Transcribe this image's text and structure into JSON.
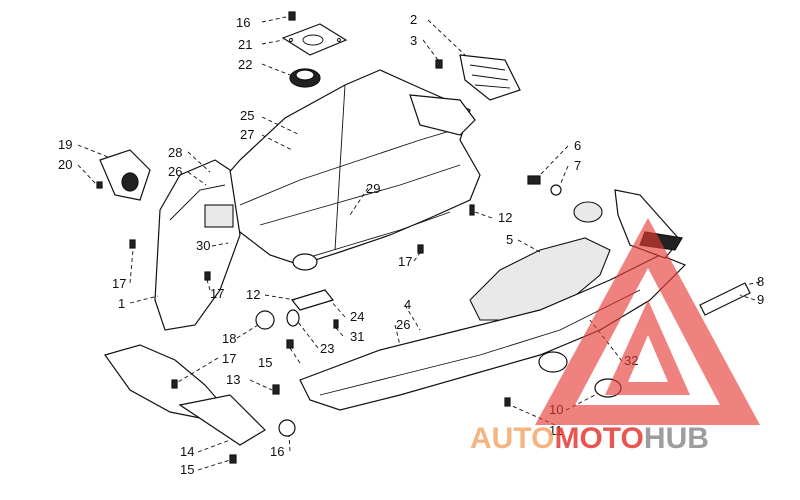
{
  "diagram": {
    "callouts": [
      {
        "id": "c1",
        "text": "16"
      },
      {
        "id": "c2",
        "text": "21"
      },
      {
        "id": "c3",
        "text": "22"
      },
      {
        "id": "c4",
        "text": "2"
      },
      {
        "id": "c5",
        "text": "3"
      },
      {
        "id": "c6",
        "text": "25"
      },
      {
        "id": "c7",
        "text": "27"
      },
      {
        "id": "c8",
        "text": "19"
      },
      {
        "id": "c9",
        "text": "20"
      },
      {
        "id": "c10",
        "text": "28"
      },
      {
        "id": "c11",
        "text": "26"
      },
      {
        "id": "c12",
        "text": "29"
      },
      {
        "id": "c13",
        "text": "6"
      },
      {
        "id": "c14",
        "text": "7"
      },
      {
        "id": "c15",
        "text": "12"
      },
      {
        "id": "c16",
        "text": "5"
      },
      {
        "id": "c17",
        "text": "30"
      },
      {
        "id": "c18",
        "text": "17"
      },
      {
        "id": "c19",
        "text": "17"
      },
      {
        "id": "c20",
        "text": "1"
      },
      {
        "id": "c21",
        "text": "17"
      },
      {
        "id": "c22",
        "text": "12"
      },
      {
        "id": "c23",
        "text": "24"
      },
      {
        "id": "c24",
        "text": "4"
      },
      {
        "id": "c25",
        "text": "8"
      },
      {
        "id": "c26",
        "text": "9"
      },
      {
        "id": "c27",
        "text": "18"
      },
      {
        "id": "c28",
        "text": "26"
      },
      {
        "id": "c29",
        "text": "31"
      },
      {
        "id": "c30",
        "text": "23"
      },
      {
        "id": "c31",
        "text": "17"
      },
      {
        "id": "c32",
        "text": "15"
      },
      {
        "id": "c33",
        "text": "32"
      },
      {
        "id": "c34",
        "text": "13"
      },
      {
        "id": "c35",
        "text": "10"
      },
      {
        "id": "c36",
        "text": "11"
      },
      {
        "id": "c37",
        "text": "14"
      },
      {
        "id": "c38",
        "text": "16"
      },
      {
        "id": "c39",
        "text": "15"
      }
    ]
  },
  "watermark": {
    "part1": "AUTO",
    "part2": "MOTO",
    "part3": "HUB",
    "colors": {
      "orange": "#f4a86a",
      "red": "#e53935",
      "grey": "#8d8d8d"
    }
  }
}
